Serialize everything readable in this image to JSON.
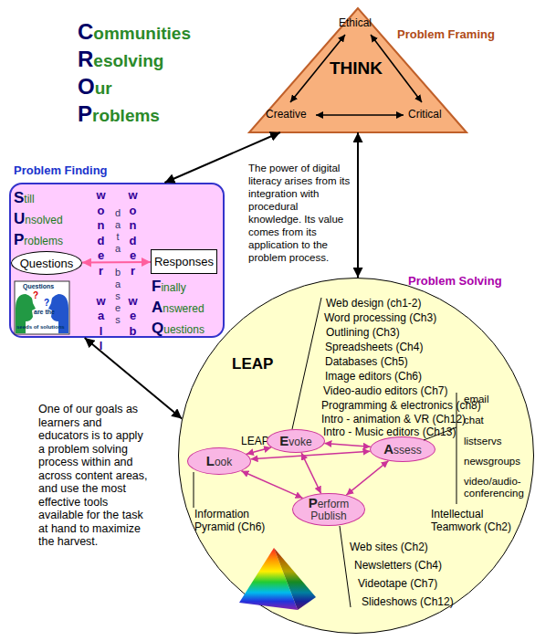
{
  "diagram": {
    "title": "Communities Resolving Our Problems",
    "nodes": [
      {
        "text": [
          "Problem Framing",
          "Ethical",
          "THINK",
          "Creative",
          "Critical"
        ]
      },
      {
        "text": [
          "Problem Finding",
          "Still Unsolved Problems",
          "wonder wall",
          "data bases",
          "wonder web",
          "Finally Answered Questions"
        ]
      },
      {
        "text": [
          "Questions"
        ],
        "in": 1
      },
      {
        "text": [
          "Responses"
        ],
        "in": 1
      },
      {
        "text": [
          "Problem Solving",
          "LEAP",
          "Web design (ch1-2)",
          "Word processing (Ch3)",
          "Outlining (Ch3)",
          "Spreadsheets (Ch4)",
          "Databases (Ch5)",
          "Image editors (Ch6)",
          "Video-audio editors (Ch7)",
          "Programming & electronics (ch8)",
          "Intro - animation & VR (Ch12)",
          "Intro - Music editors (Ch13)",
          "email",
          "chat",
          "listservs",
          "newsgroups",
          "video/audio-conferencing",
          "LEAP (Ch2)",
          "Intellectual Teamwork (Ch2)",
          "Information Pyramid (Ch6)",
          "Web sites (Ch2)",
          "Newsletters (Ch4)",
          "Videotape (Ch7)",
          "Slideshows (Ch12)"
        ]
      },
      {
        "text": [
          "Look"
        ],
        "in": 4
      },
      {
        "text": [
          "Evoke"
        ],
        "in": 4
      },
      {
        "text": [
          "Assess"
        ],
        "in": 4
      },
      {
        "text": [
          "Perform Publish"
        ],
        "in": 4
      }
    ],
    "edges": [
      {
        "from": 1,
        "to": 0,
        "arrow": "both"
      },
      {
        "from": 0,
        "to": 4,
        "arrow": "both"
      },
      {
        "from": 1,
        "to": 4,
        "arrow": "both"
      },
      {
        "from": 2,
        "to": 3,
        "arrow": "both"
      },
      {
        "from": 5,
        "to": 6,
        "arrow": "both"
      },
      {
        "from": 6,
        "to": 7,
        "arrow": "both"
      },
      {
        "from": 5,
        "to": 7,
        "arrow": "both"
      },
      {
        "from": 5,
        "to": 8,
        "arrow": "both"
      },
      {
        "from": 8,
        "to": 7,
        "arrow": "both"
      },
      {
        "from": 6,
        "to": 8,
        "arrow": "both"
      }
    ],
    "labels": [
      "The power of digital literacy arises from its integration with procedural knowledge. Its value comes from its application to the problem process.",
      "One of our goals as learners and educators is to apply a problem solving process within and across content areas, and use the most effective tools available for the task at hand to maximize the harvest.",
      "Questions",
      "?",
      "?",
      "are the",
      "seeds of solutions"
    ]
  }
}
